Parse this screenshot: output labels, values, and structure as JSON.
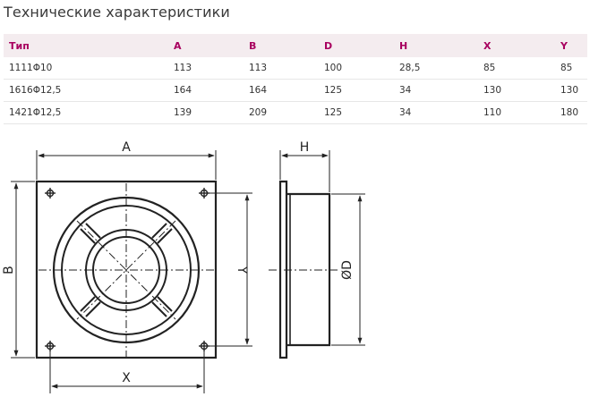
{
  "title": "Технические характеристики",
  "table": {
    "headers": [
      "Тип",
      "A",
      "B",
      "D",
      "H",
      "X",
      "Y"
    ],
    "rows": [
      [
        "1111Φ10",
        "113",
        "113",
        "100",
        "28,5",
        "85",
        "85"
      ],
      [
        "1616Φ12,5",
        "164",
        "164",
        "125",
        "34",
        "130",
        "130"
      ],
      [
        "1421Φ12,5",
        "139",
        "209",
        "125",
        "34",
        "110",
        "180"
      ]
    ]
  },
  "drawing": {
    "label_a": "A",
    "label_b": "B",
    "label_x": "X",
    "label_y": "Y",
    "label_h": "H",
    "label_d": "ØD"
  }
}
